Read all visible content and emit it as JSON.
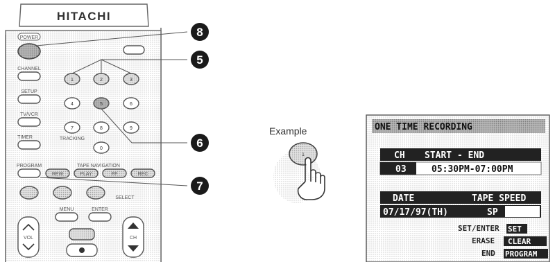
{
  "remote": {
    "brand": "HITACHI",
    "labels": {
      "power": "POWER",
      "channel": "CHANNEL",
      "setup": "SETUP",
      "tv_vcr": "TV/VCR",
      "timer": "TIMER",
      "tracking": "TRACKING",
      "program": "PROGRAM",
      "tape_navigation": "TAPE NAVIGATION",
      "rew": "REW",
      "select": "SELECT",
      "menu": "MENU",
      "enter": "ENTER",
      "vol": "VOL",
      "ch": "CH"
    },
    "keypad": [
      "1",
      "2",
      "3",
      "4",
      "5",
      "6",
      "7",
      "8",
      "9",
      "0"
    ],
    "transport": [
      "REW",
      "PLAY",
      "FF",
      "REC"
    ]
  },
  "callouts": [
    "8",
    "5",
    "6",
    "7"
  ],
  "example": {
    "label": "Example",
    "key": "1"
  },
  "osd": {
    "title": "ONE TIME RECORDING",
    "ch_header": "CH",
    "time_header": "START - END",
    "ch": "03",
    "time": "05:30PM-07:00PM",
    "date_header": "DATE",
    "speed_header": "TAPE SPEED",
    "date": "07/17/97(TH)",
    "speed": "SP",
    "foot": [
      {
        "key": "SET/ENTER",
        "value": "SET"
      },
      {
        "key": "ERASE",
        "value": "CLEAR"
      },
      {
        "key": "END",
        "value": "PROGRAM"
      }
    ]
  }
}
